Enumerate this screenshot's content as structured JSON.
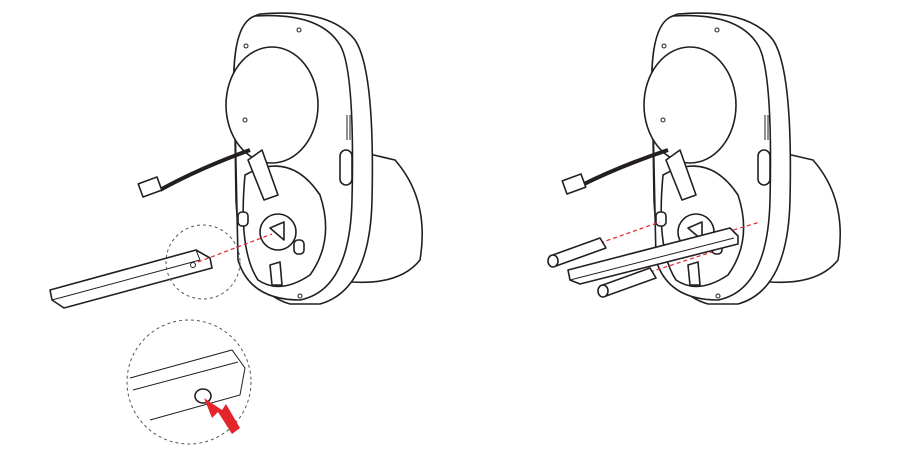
{
  "diagram": {
    "panels": [
      {
        "id": "step-insert-spindle",
        "parts": [
          "lock-body",
          "cable-connector",
          "square-spindle",
          "detail-callout-push-pin",
          "alignment-guide"
        ]
      },
      {
        "id": "step-insert-spindle-and-posts",
        "parts": [
          "lock-body",
          "cable-connector",
          "square-spindle",
          "mounting-posts",
          "alignment-guides"
        ]
      }
    ],
    "colors": {
      "line": "#231f20",
      "accent": "#e3242b",
      "background": "#ffffff"
    }
  }
}
